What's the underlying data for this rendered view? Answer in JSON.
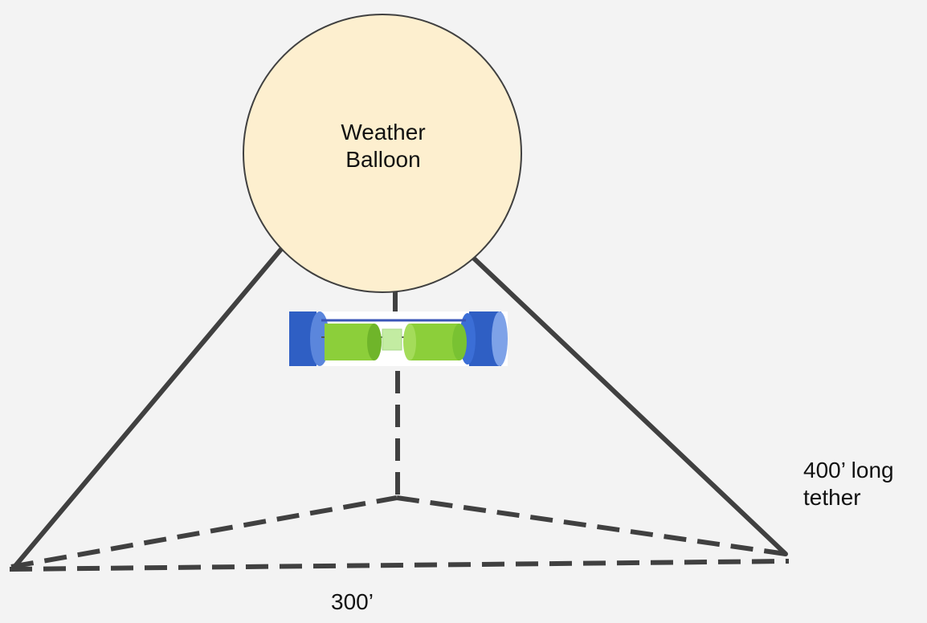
{
  "balloon": {
    "line1": "Weather",
    "line2": "Balloon",
    "fill_color": "#fdefcf"
  },
  "tether_note": {
    "line1": "400’ long",
    "line2": "tether"
  },
  "base_distance": "300’",
  "colors": {
    "background": "#f3f3f3",
    "line": "#404040",
    "payload_caps": "#3a66c8",
    "payload_drums": "#8ccf3a"
  }
}
